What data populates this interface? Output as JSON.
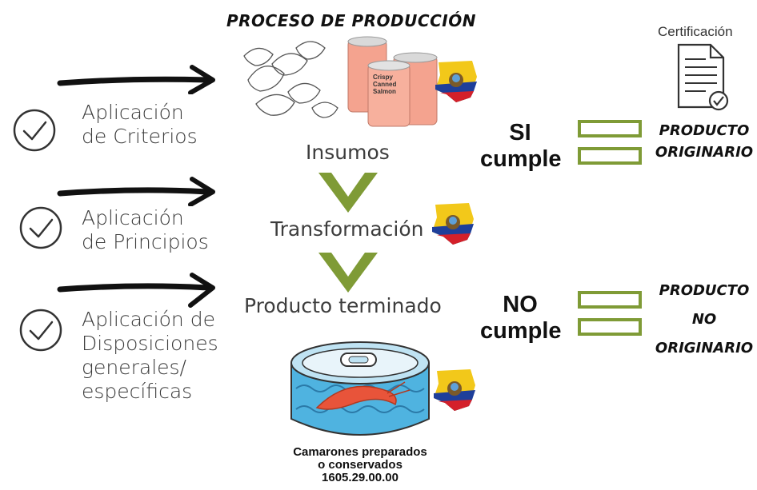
{
  "header": {
    "title": "PROCESO DE PRODUCCIÓN"
  },
  "certification": {
    "label": "Certificación",
    "icon": "certificate-document-icon"
  },
  "criteria": [
    {
      "line1": "Aplicación",
      "line2": "de Criterios"
    },
    {
      "line1": "Aplicación",
      "line2": "de Principios"
    },
    {
      "line1": "Aplicación de",
      "line2": "Disposiciones",
      "line3": "generales/",
      "line4": "específicas"
    }
  ],
  "stages": {
    "inputs": "Insumos",
    "transformation": "Transformación",
    "finished": "Producto terminado"
  },
  "can_labels": {
    "brand": "Crispy",
    "product": "Canned",
    "variety": "Salmon"
  },
  "outcomes": {
    "yes": {
      "verdict_line1": "SI",
      "verdict_line2": "cumple",
      "result_line1": "PRODUCTO",
      "result_line2": "ORIGINARIO"
    },
    "no": {
      "verdict_line1": "NO",
      "verdict_line2": "cumple",
      "result_line1": "PRODUCTO",
      "result_line2": "NO",
      "result_line3": "ORIGINARIO"
    }
  },
  "product": {
    "name_line1": "Camarones preparados",
    "name_line2": "o conservados",
    "code": "1605.29.00.00"
  },
  "colors": {
    "accent_green": "#7f9b36",
    "text_dark": "#111111",
    "text_gray": "#3a3a3a",
    "flag_yellow": "#f2c81a",
    "flag_blue": "#1e3f9a",
    "flag_red": "#d4202a",
    "shrimp": "#e8543a",
    "can_blue": "#4fb3e0"
  }
}
